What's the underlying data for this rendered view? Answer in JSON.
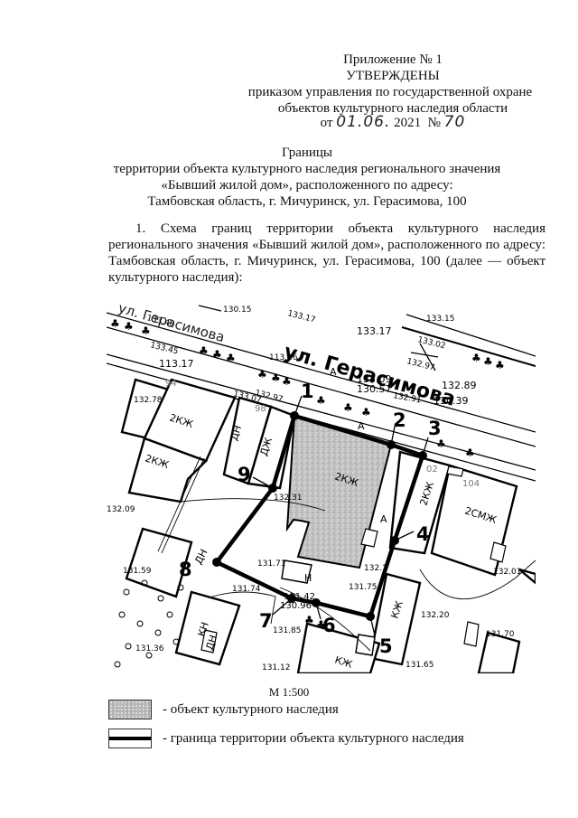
{
  "header": {
    "appendix": "Приложение № 1",
    "approved": "УТВЕРЖДЕНЫ",
    "order_line1": "приказом управления по государственной охране",
    "order_line2": "объектов культурного наследия области",
    "date_prefix": "от",
    "date_handwritten": "01.06.",
    "year": "2021",
    "number_sign": "№",
    "number_handwritten": "70"
  },
  "title": {
    "line1": "Границы",
    "line2": "территории объекта культурного наследия регионального значения",
    "line3": "«Бывший жилой дом», расположенного по адресу:",
    "line4": "Тамбовская область, г. Мичуринск, ул. Герасимова, 100"
  },
  "paragraph": {
    "line1": "1.   Схема   границ   территории   объекта   культурного   наследия",
    "line2": "регионального значения «Бывший жилой дом», расположенного по адресу:",
    "line3": "Тамбовская  область,  г. Мичуринск,  ул. Герасимова, 100  (далее  —  объект",
    "line4": "культурного наследия):"
  },
  "map": {
    "street_label_large": "ул. Герасимова",
    "street_label_small": "ул. Герасимова",
    "points": [
      "1",
      "2",
      "3",
      "4",
      "5",
      "6",
      "7",
      "8",
      "9"
    ],
    "building_labels": {
      "b_2kzh_main": "2КЖ",
      "b_2kzh_a": "2КЖ",
      "b_2kzh_b": "2КЖ",
      "b_2kzh_right": "2КЖ",
      "b_2smzh": "2СМЖ",
      "b_dzh": "ДЖ",
      "b_dn_top": "ДН",
      "b_dn_8": "ДН",
      "b_kn": "КН",
      "b_dn_low": "ДН",
      "b_kzh_mid": "КЖ",
      "b_kzh_low": "КЖ",
      "n": "Н",
      "a": "А"
    },
    "house_numbers": {
      "h94": "94",
      "h98": "98",
      "h102": "02",
      "h104": "104"
    },
    "elevations": {
      "e1": "133.40",
      "e2": "130.15",
      "e3": "133.17",
      "e4": "133.17",
      "e5": "133.15",
      "e6": "133.02",
      "e7": "133.45",
      "e8": "113.17",
      "e9": "113.16",
      "e10": "133.07",
      "e11": "132.97",
      "e12": "132.97",
      "e13": "133.09",
      "e14": "130.57",
      "e15": "132.89",
      "e16": "132.91",
      "e17": "130.39",
      "e18": "132.78",
      "e19": "132.31",
      "e20": "132.09",
      "e21": "131.59",
      "e22": "131.71",
      "e23": "131.74",
      "e24": "131.42",
      "e25": "130.96",
      "e26": "131.75",
      "e27": "132.1",
      "e28": "132.20",
      "e29": "132.01",
      "e30": "131.85",
      "e31": "131.36",
      "e32": "131.12",
      "e33": "131.65",
      "e34": "131.70"
    }
  },
  "scale": "М 1:500",
  "legend": [
    {
      "swatch": "hatched-gray",
      "label": "- объект культурного наследия"
    },
    {
      "swatch": "thick-line",
      "label": "- граница территории объекта культурного наследия"
    }
  ]
}
